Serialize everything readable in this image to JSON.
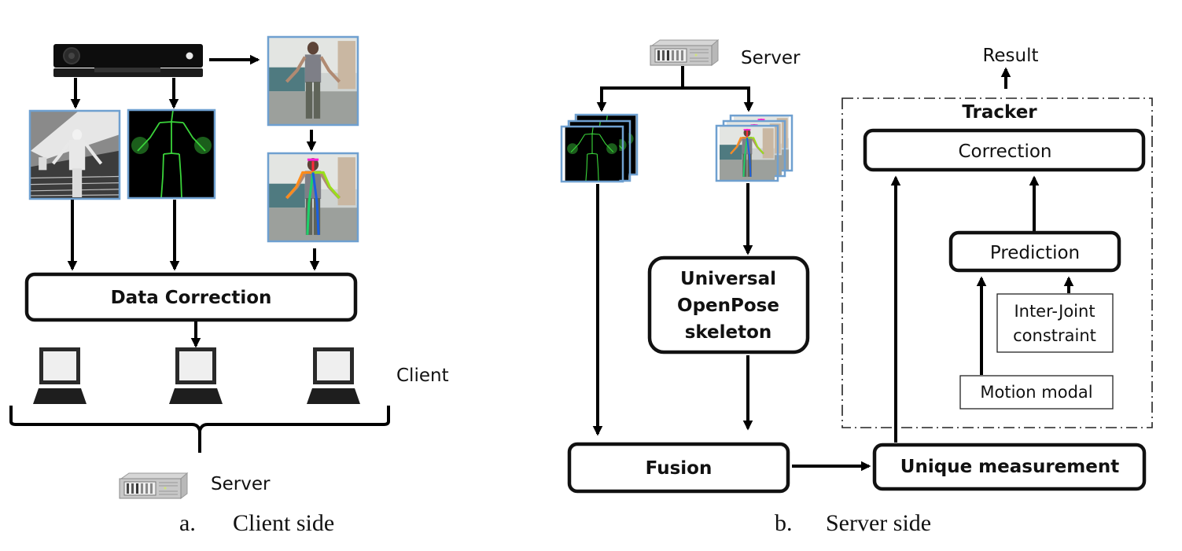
{
  "figure": {
    "panel_a": {
      "caption_letter": "a.",
      "caption_text": "Client side",
      "sensor": "kinect-sensor",
      "inputs": [
        "depth-image",
        "kinect-skeleton-image",
        "rgb-image",
        "openpose-image"
      ],
      "data_correction_label": "Data Correction",
      "clients_label": "Client",
      "client_count": 3,
      "server_label": "Server"
    },
    "panel_b": {
      "caption_letter": "b.",
      "caption_text": "Server side",
      "server_label": "Server",
      "stacks": [
        "kinect-skeleton-stack",
        "openpose-stack"
      ],
      "openpose_box": [
        "Universal",
        "OpenPose",
        "skeleton"
      ],
      "fusion_label": "Fusion",
      "unique_label": "Unique measurement",
      "result_label": "Result",
      "tracker": {
        "title": "Tracker",
        "correction_label": "Correction",
        "prediction_label": "Prediction",
        "constraint_label": [
          "Inter-Joint",
          "constraint"
        ],
        "motion_label": "Motion modal"
      }
    }
  },
  "colors": {
    "frame_blue": "#6fa0d0",
    "skeleton_green": "#2ecc40",
    "skeleton_bg": "#000000"
  }
}
